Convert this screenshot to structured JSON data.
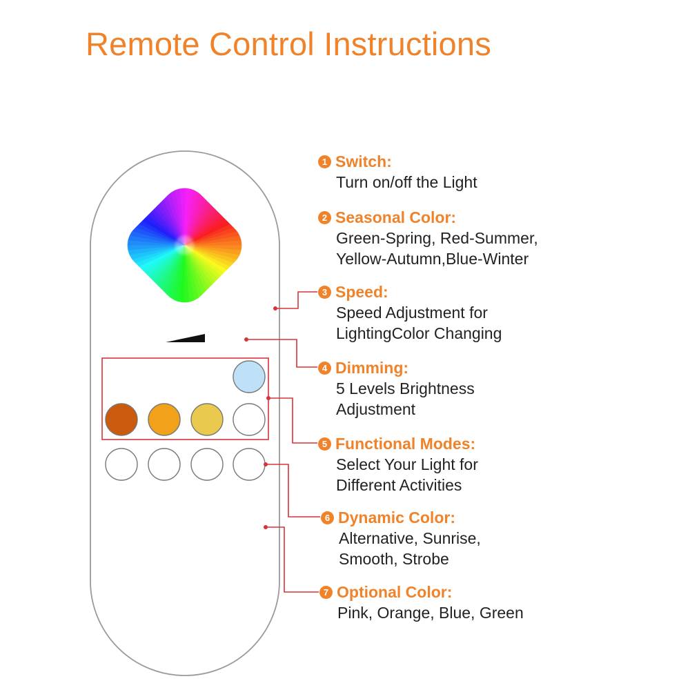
{
  "title": "Remote Control Instructions",
  "colors": {
    "accent": "#f0822a",
    "callout_line": "#d8323a",
    "remote_outline": "#9a9a9a",
    "box_outline": "#d8323a"
  },
  "icons": {
    "color_wheel": "rainbow-color-wheel-icon",
    "dimmer": "brightness-wedge-icon"
  },
  "remote": {
    "color_buttons": [
      "#cc5a0c",
      "#f2a11a",
      "#e9c94e",
      "#ffffff"
    ],
    "light_blue_button": "#bfe1f7",
    "white_button_count": 4
  },
  "features": [
    {
      "num": "1",
      "title": "Switch:",
      "lines": [
        "Turn on/off the Light"
      ]
    },
    {
      "num": "2",
      "title": "Seasonal Color:",
      "lines": [
        "Green-Spring, Red-Summer,",
        "Yellow-Autumn,Blue-Winter"
      ]
    },
    {
      "num": "3",
      "title": "Speed:",
      "lines": [
        "Speed Adjustment for",
        "LightingColor Changing"
      ]
    },
    {
      "num": "4",
      "title": "Dimming:",
      "lines": [
        "5 Levels Brightness",
        "Adjustment"
      ]
    },
    {
      "num": "5",
      "title": "Functional Modes:",
      "lines": [
        "Select Your Light for",
        "Different Activities"
      ]
    },
    {
      "num": "6",
      "title": "Dynamic Color:",
      "lines": [
        "Alternative, Sunrise,",
        "Smooth, Strobe"
      ]
    },
    {
      "num": "7",
      "title": "Optional Color:",
      "lines": [
        "Pink, Orange, Blue, Green"
      ]
    }
  ]
}
